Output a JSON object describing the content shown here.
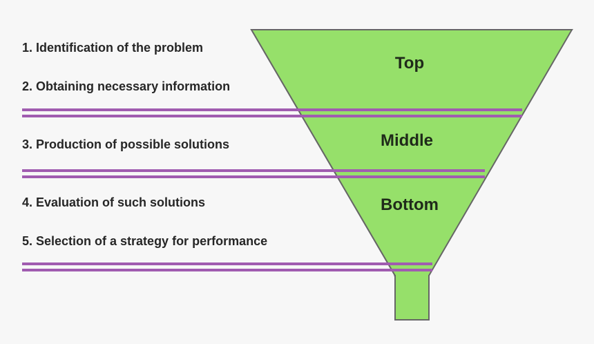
{
  "steps": [
    "1. Identification of the problem",
    "2. Obtaining necessary information",
    "3. Production of possible solutions",
    "4. Evaluation of such solutions",
    "5. Selection of a strategy for performance"
  ],
  "stages": {
    "top": "Top",
    "middle": "Middle",
    "bottom": "Bottom"
  },
  "colors": {
    "background": "#f7f7f7",
    "funnel_fill": "#96e06a",
    "funnel_stroke": "#666666",
    "divider": "#a05cb0",
    "text": "#262626"
  }
}
